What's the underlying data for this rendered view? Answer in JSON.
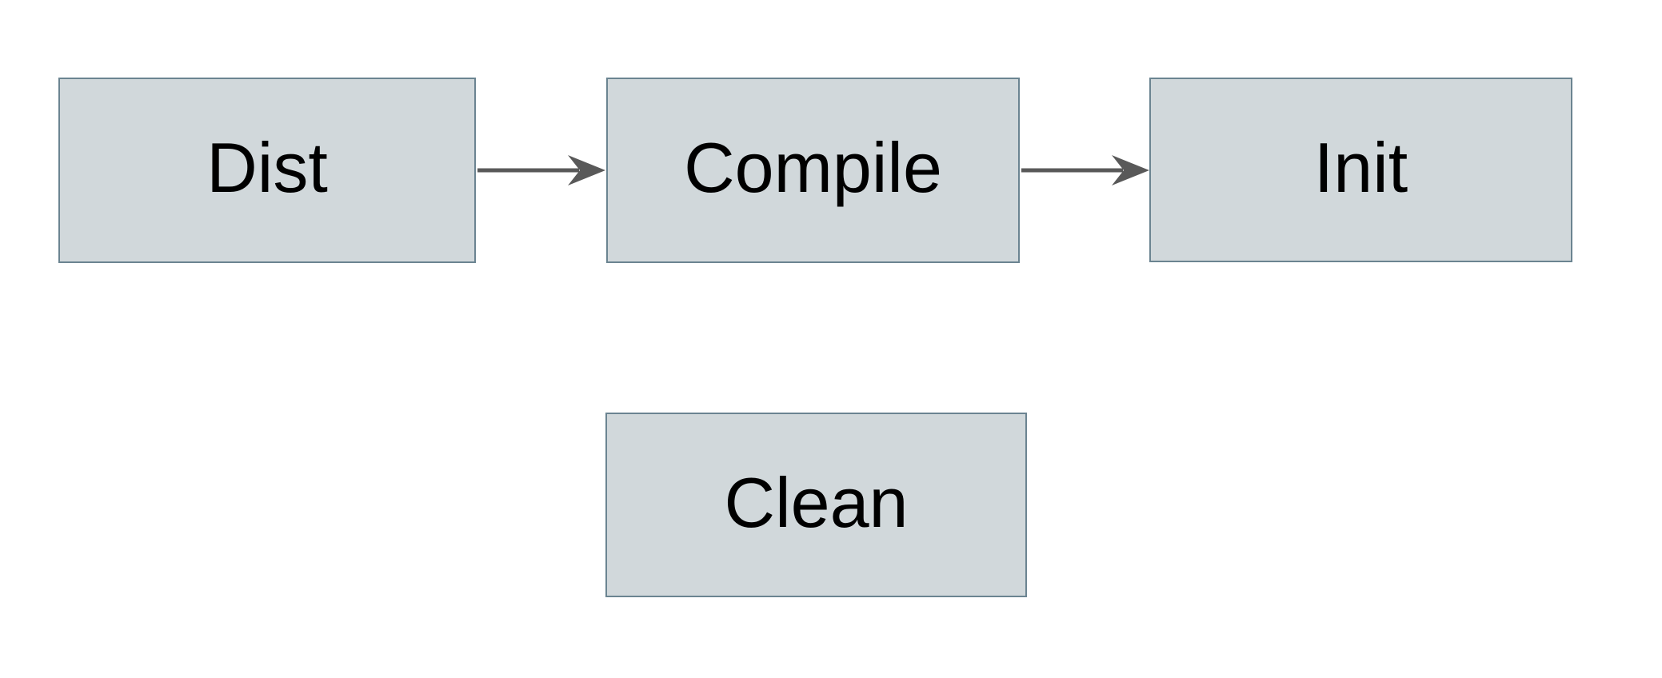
{
  "diagram": {
    "title": "",
    "nodes": [
      {
        "id": "dist",
        "label": "Dist"
      },
      {
        "id": "compile",
        "label": "Compile"
      },
      {
        "id": "init",
        "label": "Init"
      },
      {
        "id": "clean",
        "label": "Clean"
      }
    ],
    "edges": [
      {
        "from": "Dist",
        "to": "Compile",
        "style": "solid-arrow"
      },
      {
        "from": "Compile",
        "to": "Init",
        "style": "solid-arrow"
      }
    ],
    "colors": {
      "node_fill": "#d1d8db",
      "node_border": "#6b8491",
      "arrow": "#595959",
      "text": "#000000",
      "background": "#ffffff"
    }
  }
}
